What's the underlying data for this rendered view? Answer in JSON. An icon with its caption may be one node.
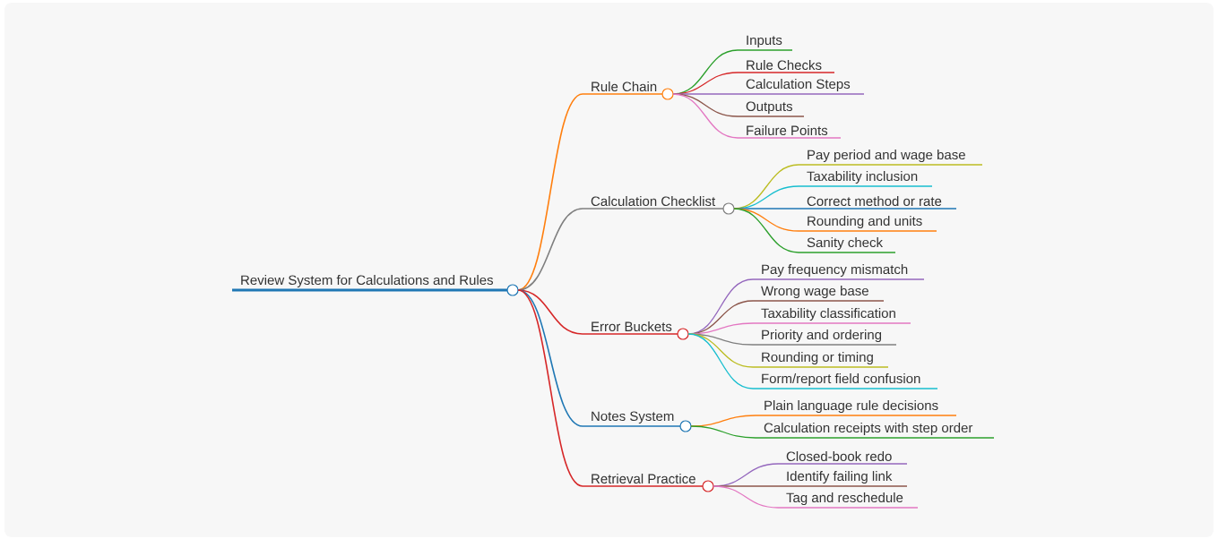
{
  "diagram": {
    "nodes": [
      {
        "text": [
          "Review System for Calculations and Rules"
        ]
      },
      {
        "text": [
          "Rule Chain"
        ]
      },
      {
        "text": [
          "Inputs"
        ]
      },
      {
        "text": [
          "Rule Checks"
        ]
      },
      {
        "text": [
          "Calculation Steps"
        ]
      },
      {
        "text": [
          "Outputs"
        ]
      },
      {
        "text": [
          "Failure Points"
        ]
      },
      {
        "text": [
          "Calculation Checklist"
        ]
      },
      {
        "text": [
          "Pay period and wage base"
        ]
      },
      {
        "text": [
          "Taxability inclusion"
        ]
      },
      {
        "text": [
          "Correct method or rate"
        ]
      },
      {
        "text": [
          "Rounding and units"
        ]
      },
      {
        "text": [
          "Sanity check"
        ]
      },
      {
        "text": [
          "Error Buckets"
        ]
      },
      {
        "text": [
          "Pay frequency mismatch"
        ]
      },
      {
        "text": [
          "Wrong wage base"
        ]
      },
      {
        "text": [
          "Taxability classification"
        ]
      },
      {
        "text": [
          "Priority and ordering"
        ]
      },
      {
        "text": [
          "Rounding or timing"
        ]
      },
      {
        "text": [
          "Form/report field confusion"
        ]
      },
      {
        "text": [
          "Notes System"
        ]
      },
      {
        "text": [
          "Plain language rule decisions"
        ]
      },
      {
        "text": [
          "Calculation receipts with step order"
        ]
      },
      {
        "text": [
          "Retrieval Practice"
        ]
      },
      {
        "text": [
          "Closed-book redo"
        ]
      },
      {
        "text": [
          "Identify failing link"
        ]
      },
      {
        "text": [
          "Tag and reschedule"
        ]
      }
    ],
    "edges": [
      {
        "from": 0,
        "to": 1,
        "arrow": "none",
        "color": "#ff7f0e"
      },
      {
        "from": 1,
        "to": 2,
        "arrow": "none",
        "color": "#2ca02c"
      },
      {
        "from": 1,
        "to": 3,
        "arrow": "none",
        "color": "#d62728"
      },
      {
        "from": 1,
        "to": 4,
        "arrow": "none",
        "color": "#9467bd"
      },
      {
        "from": 1,
        "to": 5,
        "arrow": "none",
        "color": "#8c564b"
      },
      {
        "from": 1,
        "to": 6,
        "arrow": "none",
        "color": "#e377c2"
      },
      {
        "from": 0,
        "to": 7,
        "arrow": "none",
        "color": "#7f7f7f"
      },
      {
        "from": 7,
        "to": 8,
        "arrow": "none",
        "color": "#bcbd22"
      },
      {
        "from": 7,
        "to": 9,
        "arrow": "none",
        "color": "#17becf"
      },
      {
        "from": 7,
        "to": 10,
        "arrow": "none",
        "color": "#1f77b4"
      },
      {
        "from": 7,
        "to": 11,
        "arrow": "none",
        "color": "#ff7f0e"
      },
      {
        "from": 7,
        "to": 12,
        "arrow": "none",
        "color": "#2ca02c"
      },
      {
        "from": 0,
        "to": 13,
        "arrow": "none",
        "color": "#d62728"
      },
      {
        "from": 13,
        "to": 14,
        "arrow": "none",
        "color": "#9467bd"
      },
      {
        "from": 13,
        "to": 15,
        "arrow": "none",
        "color": "#8c564b"
      },
      {
        "from": 13,
        "to": 16,
        "arrow": "none",
        "color": "#e377c2"
      },
      {
        "from": 13,
        "to": 17,
        "arrow": "none",
        "color": "#7f7f7f"
      },
      {
        "from": 13,
        "to": 18,
        "arrow": "none",
        "color": "#bcbd22"
      },
      {
        "from": 13,
        "to": 19,
        "arrow": "none",
        "color": "#17becf"
      },
      {
        "from": 0,
        "to": 20,
        "arrow": "none",
        "color": "#1f77b4"
      },
      {
        "from": 20,
        "to": 21,
        "arrow": "none",
        "color": "#ff7f0e"
      },
      {
        "from": 20,
        "to": 22,
        "arrow": "none",
        "color": "#2ca02c"
      },
      {
        "from": 0,
        "to": 23,
        "arrow": "none",
        "color": "#d62728"
      },
      {
        "from": 23,
        "to": 24,
        "arrow": "none",
        "color": "#9467bd"
      },
      {
        "from": 23,
        "to": 25,
        "arrow": "none",
        "color": "#8c564b"
      },
      {
        "from": 23,
        "to": 26,
        "arrow": "none",
        "color": "#e377c2"
      }
    ]
  }
}
